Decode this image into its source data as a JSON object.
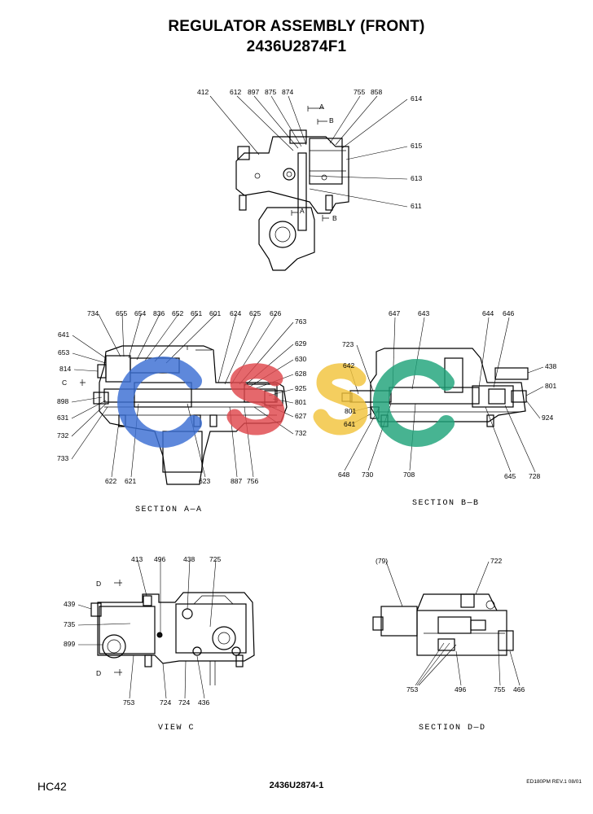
{
  "header": {
    "title": "REGULATOR ASSEMBLY (FRONT)",
    "part_number": "2436U2874F1"
  },
  "views": {
    "top": {
      "labels": [
        "412",
        "612",
        "897",
        "875",
        "874",
        "755",
        "858",
        "614",
        "615",
        "613",
        "611"
      ],
      "markers": [
        "A",
        "B",
        "A",
        "B"
      ]
    },
    "section_aa": {
      "caption": "SECTION A—A",
      "labels": [
        "734",
        "655",
        "654",
        "836",
        "652",
        "651",
        "601",
        "624",
        "625",
        "626",
        "763",
        "641",
        "629",
        "653",
        "630",
        "814",
        "628",
        "925",
        "801",
        "898",
        "627",
        "631",
        "732",
        "732",
        "733",
        "622",
        "621",
        "623",
        "887",
        "756"
      ],
      "marker": "C"
    },
    "section_bb": {
      "caption": "SECTION B—B",
      "labels": [
        "647",
        "643",
        "644",
        "646",
        "723",
        "642",
        "438",
        "801",
        "801",
        "641",
        "924",
        "648",
        "730",
        "708",
        "645",
        "728"
      ]
    },
    "view_c": {
      "caption": "VIEW C",
      "labels": [
        "413",
        "496",
        "438",
        "725",
        "439",
        "735",
        "899",
        "753",
        "724",
        "724",
        "436"
      ],
      "markers": [
        "D",
        "D"
      ]
    },
    "section_dd": {
      "caption": "SECTION D—D",
      "labels": [
        "(79)",
        "722",
        "753",
        "496",
        "755",
        "466"
      ]
    }
  },
  "watermark": {
    "text": "CSSC",
    "colors": [
      "#3b6fd4",
      "#e0474c",
      "#f2c43d",
      "#1fa37a"
    ]
  },
  "footer": {
    "left": "HC42",
    "center": "2436U2874-1",
    "right": "ED180PM REV.1 08/01"
  }
}
